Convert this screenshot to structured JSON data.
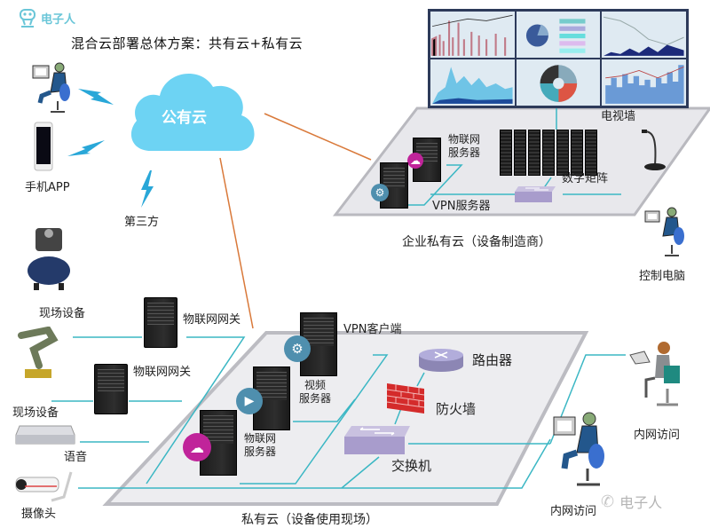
{
  "brand": {
    "name": "电子人",
    "logo_icon": "robot-logo-icon"
  },
  "title": "混合云部署总体方案：共有云+私有云",
  "public_cloud": {
    "label": "公有云",
    "color": "#6dd3f3",
    "clients": [
      {
        "label": "",
        "icon": "person-at-computer-icon"
      },
      {
        "label": "手机APP",
        "icon": "smartphone-icon"
      },
      {
        "label": "第三方",
        "icon": "lightning-icon"
      }
    ]
  },
  "enterprise_private_cloud": {
    "label": "企业私有云（设备制造商）",
    "nodes": {
      "iot_server": "物联网\n服务器",
      "vpn_server": "VPN服务器",
      "digital_matrix": "数字矩阵",
      "tv_wall": "电视墙",
      "control_pc": "控制电脑"
    }
  },
  "site_private_cloud": {
    "label": "私有云（设备使用现场）",
    "field_devices": [
      {
        "label": "现场设备",
        "icon": "air-compressor-icon"
      },
      {
        "label": "现场设备",
        "icon": "robot-arm-icon"
      },
      {
        "label": "语音",
        "icon": "voice-box-icon"
      },
      {
        "label": "摄像头",
        "icon": "camera-icon"
      }
    ],
    "gateways": [
      "物联网网关",
      "物联网网关"
    ],
    "nodes": {
      "vpn_client": "VPN客户端",
      "video_server": "视频\n服务器",
      "iot_server": "物联网\n服务器",
      "router": "路由器",
      "firewall": "防火墙",
      "switch": "交换机"
    },
    "intranet_access": [
      "内网访问",
      "内网访问"
    ]
  },
  "watermark": "电子人",
  "colors": {
    "link_line": "#3bb7c4",
    "wan_line": "#d9793a",
    "platform": "#ececef",
    "lightning": "#29a7d8",
    "router": "#8c86b4",
    "firewall": "#d42b2b"
  }
}
